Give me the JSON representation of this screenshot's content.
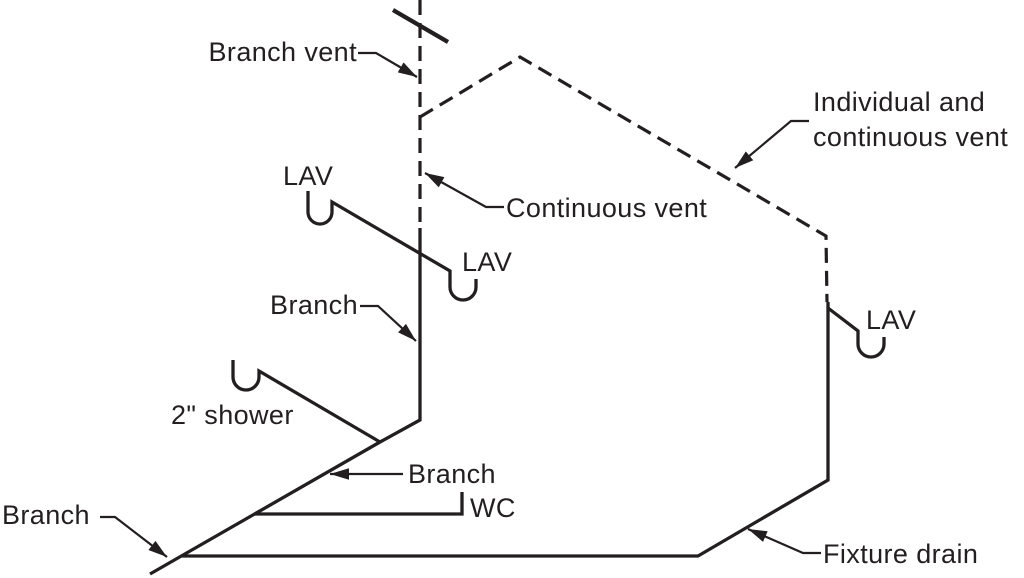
{
  "diagram": {
    "type": "plumbing-vent-and-drain-isometric",
    "colors": {
      "line": "#231f20",
      "background": "#ffffff"
    },
    "labels": {
      "branch_vent": "Branch vent",
      "individual_continuous_vent_line1": "Individual and",
      "individual_continuous_vent_line2": "continuous vent",
      "continuous_vent": "Continuous vent",
      "lav_upper": "LAV",
      "lav_middle": "LAV",
      "lav_right": "LAV",
      "branch_upper": "Branch",
      "shower": "2\" shower",
      "branch_middle": "Branch",
      "wc": "WC",
      "branch_lower": "Branch",
      "fixture_drain": "Fixture drain"
    }
  }
}
